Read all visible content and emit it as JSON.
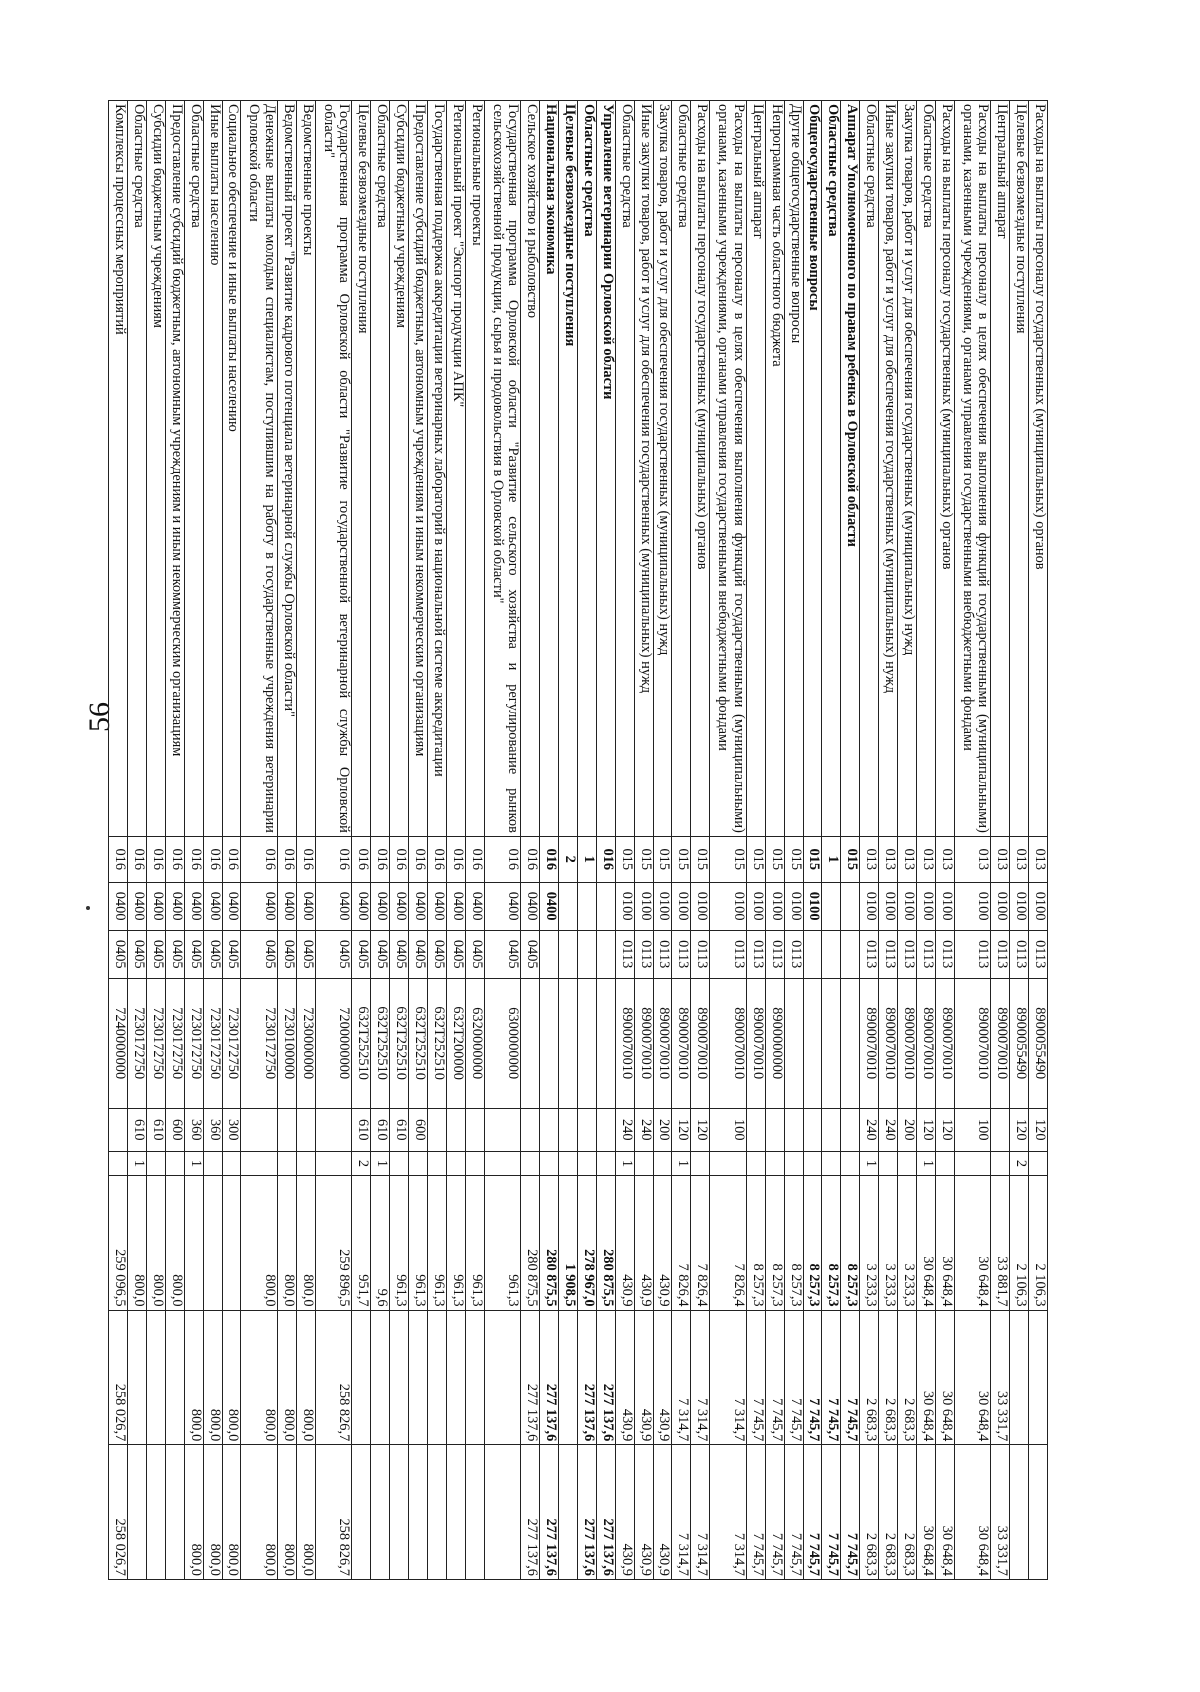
{
  "page_number": "56",
  "rows": [
    {
      "name": "Расходы на выплаты персоналу государственных (муниципальных) органов",
      "gr": "013",
      "rz": "0100",
      "pr": "0113",
      "cs": "8900055490",
      "vr": "120",
      "x": "",
      "v1": "2 106,3",
      "v2": "",
      "v3": "",
      "bold": false
    },
    {
      "name": "Целевые безвозмездные поступления",
      "gr": "013",
      "rz": "0100",
      "pr": "0113",
      "cs": "8900055490",
      "vr": "120",
      "x": "2",
      "v1": "2 106,3",
      "v2": "",
      "v3": "",
      "bold": false
    },
    {
      "name": "Центральный аппарат",
      "gr": "013",
      "rz": "0100",
      "pr": "0113",
      "cs": "8900070010",
      "vr": "",
      "x": "",
      "v1": "33 881,7",
      "v2": "33 331,7",
      "v3": "33 331,7",
      "bold": false
    },
    {
      "name": "Расходы на выплаты персоналу в целях обеспечения выполнения функций государственными (муниципальными) органами, казенными учреждениями, органами управления государственными внебюджетными фондами",
      "gr": "013",
      "rz": "0100",
      "pr": "0113",
      "cs": "8900070010",
      "vr": "100",
      "x": "",
      "v1": "30 648,4",
      "v2": "30 648,4",
      "v3": "30 648,4",
      "bold": false
    },
    {
      "name": "Расходы на выплаты персоналу государственных (муниципальных) органов",
      "gr": "013",
      "rz": "0100",
      "pr": "0113",
      "cs": "8900070010",
      "vr": "120",
      "x": "",
      "v1": "30 648,4",
      "v2": "30 648,4",
      "v3": "30 648,4",
      "bold": false
    },
    {
      "name": "Областные средства",
      "gr": "013",
      "rz": "0100",
      "pr": "0113",
      "cs": "8900070010",
      "vr": "120",
      "x": "1",
      "v1": "30 648,4",
      "v2": "30 648,4",
      "v3": "30 648,4",
      "bold": false
    },
    {
      "name": "Закупка товаров, работ и услуг для обеспечения государственных (муниципальных) нужд",
      "gr": "013",
      "rz": "0100",
      "pr": "0113",
      "cs": "8900070010",
      "vr": "200",
      "x": "",
      "v1": "3 233,3",
      "v2": "2 683,3",
      "v3": "2 683,3",
      "bold": false
    },
    {
      "name": "Иные закупки товаров, работ и услуг для обеспечения государственных (муниципальных) нужд",
      "gr": "013",
      "rz": "0100",
      "pr": "0113",
      "cs": "8900070010",
      "vr": "240",
      "x": "",
      "v1": "3 233,3",
      "v2": "2 683,3",
      "v3": "2 683,3",
      "bold": false
    },
    {
      "name": "Областные средства",
      "gr": "013",
      "rz": "0100",
      "pr": "0113",
      "cs": "8900070010",
      "vr": "240",
      "x": "1",
      "v1": "3 233,3",
      "v2": "2 683,3",
      "v3": "2 683,3",
      "bold": false
    },
    {
      "name": "Аппарат Уполномоченного по правам ребенка в Орловской области",
      "gr": "015",
      "rz": "",
      "pr": "",
      "cs": "",
      "vr": "",
      "x": "",
      "v1": "8 257,3",
      "v2": "7 745,7",
      "v3": "7 745,7",
      "bold": true
    },
    {
      "name": "Областные средства",
      "gr": "1",
      "rz": "",
      "pr": "",
      "cs": "",
      "vr": "",
      "x": "",
      "v1": "8 257,3",
      "v2": "7 745,7",
      "v3": "7 745,7",
      "bold": true
    },
    {
      "name": "Общегосударственные вопросы",
      "gr": "015",
      "rz": "0100",
      "pr": "",
      "cs": "",
      "vr": "",
      "x": "",
      "v1": "8 257,3",
      "v2": "7 745,7",
      "v3": "7 745,7",
      "bold": true
    },
    {
      "name": "Другие общегосударственные вопросы",
      "gr": "015",
      "rz": "0100",
      "pr": "0113",
      "cs": "",
      "vr": "",
      "x": "",
      "v1": "8 257,3",
      "v2": "7 745,7",
      "v3": "7 745,7",
      "bold": false
    },
    {
      "name": "Непрограммная часть областного бюджета",
      "gr": "015",
      "rz": "0100",
      "pr": "0113",
      "cs": "8900000000",
      "vr": "",
      "x": "",
      "v1": "8 257,3",
      "v2": "7 745,7",
      "v3": "7 745,7",
      "bold": false
    },
    {
      "name": "Центральный аппарат",
      "gr": "015",
      "rz": "0100",
      "pr": "0113",
      "cs": "8900070010",
      "vr": "",
      "x": "",
      "v1": "8 257,3",
      "v2": "7 745,7",
      "v3": "7 745,7",
      "bold": false
    },
    {
      "name": "Расходы на выплаты персоналу в целях обеспечения выполнения функций государственными (муниципальными) органами, казенными учреждениями, органами управления государственными внебюджетными фондами",
      "gr": "015",
      "rz": "0100",
      "pr": "0113",
      "cs": "8900070010",
      "vr": "100",
      "x": "",
      "v1": "7 826,4",
      "v2": "7 314,7",
      "v3": "7 314,7",
      "bold": false
    },
    {
      "name": "Расходы на выплаты персоналу государственных (муниципальных) органов",
      "gr": "015",
      "rz": "0100",
      "pr": "0113",
      "cs": "8900070010",
      "vr": "120",
      "x": "",
      "v1": "7 826,4",
      "v2": "7 314,7",
      "v3": "7 314,7",
      "bold": false
    },
    {
      "name": "Областные средства",
      "gr": "015",
      "rz": "0100",
      "pr": "0113",
      "cs": "8900070010",
      "vr": "120",
      "x": "1",
      "v1": "7 826,4",
      "v2": "7 314,7",
      "v3": "7 314,7",
      "bold": false
    },
    {
      "name": "Закупка товаров, работ и услуг для обеспечения государственных (муниципальных) нужд",
      "gr": "015",
      "rz": "0100",
      "pr": "0113",
      "cs": "8900070010",
      "vr": "200",
      "x": "",
      "v1": "430,9",
      "v2": "430,9",
      "v3": "430,9",
      "bold": false
    },
    {
      "name": "Иные закупки товаров, работ и услуг для обеспечения государственных (муниципальных) нужд",
      "gr": "015",
      "rz": "0100",
      "pr": "0113",
      "cs": "8900070010",
      "vr": "240",
      "x": "",
      "v1": "430,9",
      "v2": "430,9",
      "v3": "430,9",
      "bold": false
    },
    {
      "name": "Областные средства",
      "gr": "015",
      "rz": "0100",
      "pr": "0113",
      "cs": "8900070010",
      "vr": "240",
      "x": "1",
      "v1": "430,9",
      "v2": "430,9",
      "v3": "430,9",
      "bold": false
    },
    {
      "name": "Управление ветеринарии Орловской области",
      "gr": "016",
      "rz": "",
      "pr": "",
      "cs": "",
      "vr": "",
      "x": "",
      "v1": "280 875,5",
      "v2": "277 137,6",
      "v3": "277 137,6",
      "bold": true
    },
    {
      "name": "Областные средства",
      "gr": "1",
      "rz": "",
      "pr": "",
      "cs": "",
      "vr": "",
      "x": "",
      "v1": "278 967,0",
      "v2": "277 137,6",
      "v3": "277 137,6",
      "bold": true
    },
    {
      "name": "Целевые безвозмездные поступления",
      "gr": "2",
      "rz": "",
      "pr": "",
      "cs": "",
      "vr": "",
      "x": "",
      "v1": "1 908,5",
      "v2": "",
      "v3": "",
      "bold": true
    },
    {
      "name": "Национальная экономика",
      "gr": "016",
      "rz": "0400",
      "pr": "",
      "cs": "",
      "vr": "",
      "x": "",
      "v1": "280 875,5",
      "v2": "277 137,6",
      "v3": "277 137,6",
      "bold": true
    },
    {
      "name": "Сельское хозяйство и рыболовство",
      "gr": "016",
      "rz": "0400",
      "pr": "0405",
      "cs": "",
      "vr": "",
      "x": "",
      "v1": "280 875,5",
      "v2": "277 137,6",
      "v3": "277 137,6",
      "bold": false
    },
    {
      "name": "Государственная программа Орловской области \"Развитие сельского хозяйства и регулирование рынков сельскохозяйственной продукции, сырья и продовольствия в Орловской области\"",
      "gr": "016",
      "rz": "0400",
      "pr": "0405",
      "cs": "6300000000",
      "vr": "",
      "x": "",
      "v1": "961,3",
      "v2": "",
      "v3": "",
      "bold": false
    },
    {
      "name": "Региональные проекты",
      "gr": "016",
      "rz": "0400",
      "pr": "0405",
      "cs": "6320000000",
      "vr": "",
      "x": "",
      "v1": "961,3",
      "v2": "",
      "v3": "",
      "bold": false
    },
    {
      "name": "Региональный проект \"Экспорт продукции АПК\"",
      "gr": "016",
      "rz": "0400",
      "pr": "0405",
      "cs": "632T200000",
      "vr": "",
      "x": "",
      "v1": "961,3",
      "v2": "",
      "v3": "",
      "bold": false
    },
    {
      "name": "Государственная поддержка аккредитации ветеринарных лабораторий в национальной системе аккредитации",
      "gr": "016",
      "rz": "0400",
      "pr": "0405",
      "cs": "632T252510",
      "vr": "",
      "x": "",
      "v1": "961,3",
      "v2": "",
      "v3": "",
      "bold": false
    },
    {
      "name": "Предоставление субсидий бюджетным, автономным учреждениям и иным некоммерческим организациям",
      "gr": "016",
      "rz": "0400",
      "pr": "0405",
      "cs": "632T252510",
      "vr": "600",
      "x": "",
      "v1": "961,3",
      "v2": "",
      "v3": "",
      "bold": false
    },
    {
      "name": "Субсидии бюджетным учреждениям",
      "gr": "016",
      "rz": "0400",
      "pr": "0405",
      "cs": "632T252510",
      "vr": "610",
      "x": "",
      "v1": "961,3",
      "v2": "",
      "v3": "",
      "bold": false
    },
    {
      "name": "Областные средства",
      "gr": "016",
      "rz": "0400",
      "pr": "0405",
      "cs": "632T252510",
      "vr": "610",
      "x": "1",
      "v1": "9,6",
      "v2": "",
      "v3": "",
      "bold": false
    },
    {
      "name": "Целевые безвозмездные поступления",
      "gr": "016",
      "rz": "0400",
      "pr": "0405",
      "cs": "632T252510",
      "vr": "610",
      "x": "2",
      "v1": "951,7",
      "v2": "",
      "v3": "",
      "bold": false
    },
    {
      "name": "Государственная программа Орловской области \"Развитие государственной ветеринарной службы Орловской области\"",
      "gr": "016",
      "rz": "0400",
      "pr": "0405",
      "cs": "7200000000",
      "vr": "",
      "x": "",
      "v1": "259 896,5",
      "v2": "258 826,7",
      "v3": "258 826,7",
      "bold": false
    },
    {
      "name": "Ведомственные проекты",
      "gr": "016",
      "rz": "0400",
      "pr": "0405",
      "cs": "7230000000",
      "vr": "",
      "x": "",
      "v1": "800,0",
      "v2": "800,0",
      "v3": "800,0",
      "bold": false
    },
    {
      "name": "Ведомственный проект \"Развитие кадрового потенциала ветеринарной службы Орловской области\"",
      "gr": "016",
      "rz": "0400",
      "pr": "0405",
      "cs": "7230100000",
      "vr": "",
      "x": "",
      "v1": "800,0",
      "v2": "800,0",
      "v3": "800,0",
      "bold": false
    },
    {
      "name": "Денежные выплаты молодым специалистам, поступившим на работу в государственные учреждения ветеринарии Орловской области",
      "gr": "016",
      "rz": "0400",
      "pr": "0405",
      "cs": "7230172750",
      "vr": "",
      "x": "",
      "v1": "800,0",
      "v2": "800,0",
      "v3": "800,0",
      "bold": false
    },
    {
      "name": "Социальное обеспечение и иные выплаты населению",
      "gr": "016",
      "rz": "0400",
      "pr": "0405",
      "cs": "7230172750",
      "vr": "300",
      "x": "",
      "v1": "",
      "v2": "800,0",
      "v3": "800,0",
      "bold": false
    },
    {
      "name": "Иные выплаты населению",
      "gr": "016",
      "rz": "0400",
      "pr": "0405",
      "cs": "7230172750",
      "vr": "360",
      "x": "",
      "v1": "",
      "v2": "800,0",
      "v3": "800,0",
      "bold": false
    },
    {
      "name": "Областные средства",
      "gr": "016",
      "rz": "0400",
      "pr": "0405",
      "cs": "7230172750",
      "vr": "360",
      "x": "1",
      "v1": "",
      "v2": "800,0",
      "v3": "800,0",
      "bold": false
    },
    {
      "name": "Предоставление субсидий бюджетным, автономным учреждениям и иным некоммерческим организациям",
      "gr": "016",
      "rz": "0400",
      "pr": "0405",
      "cs": "7230172750",
      "vr": "600",
      "x": "",
      "v1": "800,0",
      "v2": "",
      "v3": "",
      "bold": false
    },
    {
      "name": "Субсидии бюджетным учреждениям",
      "gr": "016",
      "rz": "0400",
      "pr": "0405",
      "cs": "7230172750",
      "vr": "610",
      "x": "",
      "v1": "800,0",
      "v2": "",
      "v3": "",
      "bold": false
    },
    {
      "name": "Областные средства",
      "gr": "016",
      "rz": "0400",
      "pr": "0405",
      "cs": "7230172750",
      "vr": "610",
      "x": "1",
      "v1": "800,0",
      "v2": "",
      "v3": "",
      "bold": false
    },
    {
      "name": "Комплексы процессных мероприятий",
      "gr": "016",
      "rz": "0400",
      "pr": "0405",
      "cs": "7240000000",
      "vr": "",
      "x": "",
      "v1": "259 096,5",
      "v2": "258 026,7",
      "v3": "258 026,7",
      "bold": false
    }
  ]
}
